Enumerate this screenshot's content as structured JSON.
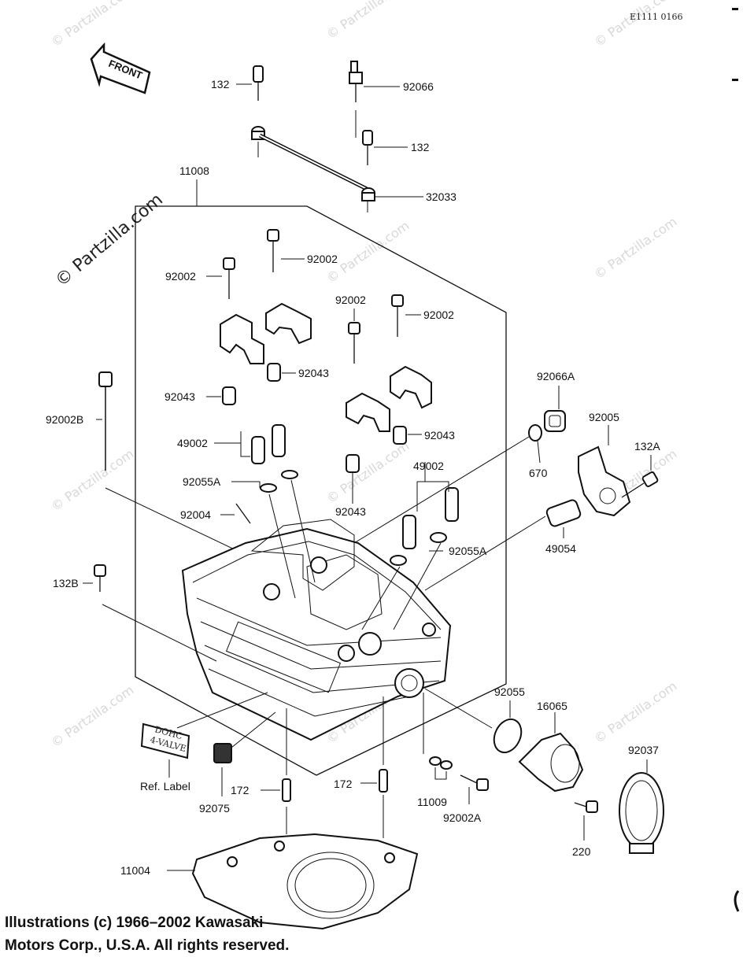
{
  "diagram_code": "E1111 0166",
  "front_label": "FRONT",
  "watermark": "© Partzilla.com",
  "parts": {
    "p132_top": "132",
    "p92066": "92066",
    "p132_mid": "132",
    "p32033": "32033",
    "p11008": "11008",
    "p92002_a": "92002",
    "p92002_b": "92002",
    "p92002_c": "92002",
    "p92002_d": "92002",
    "p92043_a": "92043",
    "p92043_b": "92043",
    "p92043_c": "92043",
    "p92043_d": "92043",
    "p92002B": "92002B",
    "p49002_a": "49002",
    "p49002_b": "49002",
    "p92055A_a": "92055A",
    "p92055A_b": "92055A",
    "p92004": "92004",
    "p92066A": "92066A",
    "p92005": "92005",
    "p132A": "132A",
    "p670": "670",
    "p49054": "49054",
    "p132B": "132B",
    "p92055": "92055",
    "p16065": "16065",
    "p92037": "92037",
    "p172_a": "172",
    "p172_b": "172",
    "p11009": "11009",
    "p92002A": "92002A",
    "p220": "220",
    "p92075": "92075",
    "p11004": "11004",
    "ref_label": "Ref. Label",
    "label_text_1": "DOHC",
    "label_text_2": "4-VALVE"
  },
  "copyright": {
    "line1": "Illustrations (c) 1966–2002 Kawasaki",
    "line2": "Motors Corp., U.S.A.  All rights reserved."
  }
}
